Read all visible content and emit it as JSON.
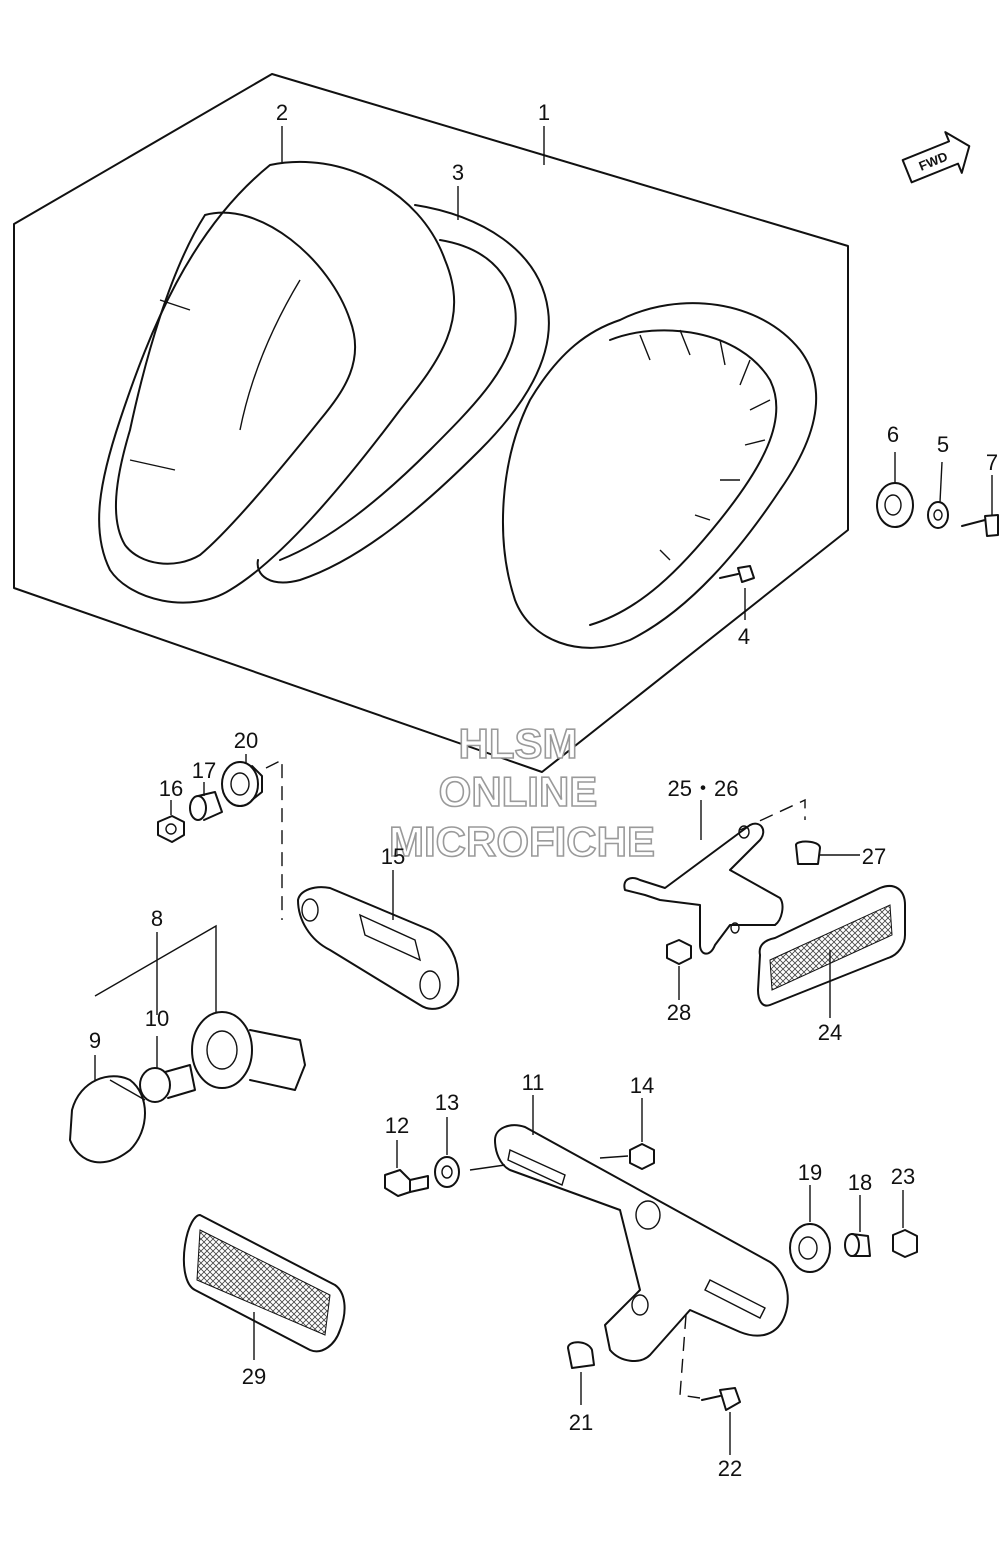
{
  "callouts": [
    {
      "id": "c1",
      "text": "1"
    },
    {
      "id": "c2",
      "text": "2"
    },
    {
      "id": "c3",
      "text": "3"
    },
    {
      "id": "c4",
      "text": "4"
    },
    {
      "id": "c5",
      "text": "5"
    },
    {
      "id": "c6",
      "text": "6"
    },
    {
      "id": "c7",
      "text": "7"
    },
    {
      "id": "c8",
      "text": "8"
    },
    {
      "id": "c9",
      "text": "9"
    },
    {
      "id": "c10",
      "text": "10"
    },
    {
      "id": "c11",
      "text": "11"
    },
    {
      "id": "c12",
      "text": "12"
    },
    {
      "id": "c13",
      "text": "13"
    },
    {
      "id": "c14",
      "text": "14"
    },
    {
      "id": "c15",
      "text": "15"
    },
    {
      "id": "c16",
      "text": "16"
    },
    {
      "id": "c17",
      "text": "17"
    },
    {
      "id": "c18",
      "text": "18"
    },
    {
      "id": "c19",
      "text": "19"
    },
    {
      "id": "c20",
      "text": "20"
    },
    {
      "id": "c21",
      "text": "21"
    },
    {
      "id": "c22",
      "text": "22"
    },
    {
      "id": "c23",
      "text": "23"
    },
    {
      "id": "c24",
      "text": "24"
    },
    {
      "id": "c2526",
      "text": "25・26"
    },
    {
      "id": "c27",
      "text": "27"
    },
    {
      "id": "c28",
      "text": "28"
    },
    {
      "id": "c29",
      "text": "29"
    }
  ],
  "direction_badge": "FWD",
  "watermark": {
    "line1": "HLSM",
    "line2": "ONLINE",
    "line3": "MICROFICHE"
  }
}
